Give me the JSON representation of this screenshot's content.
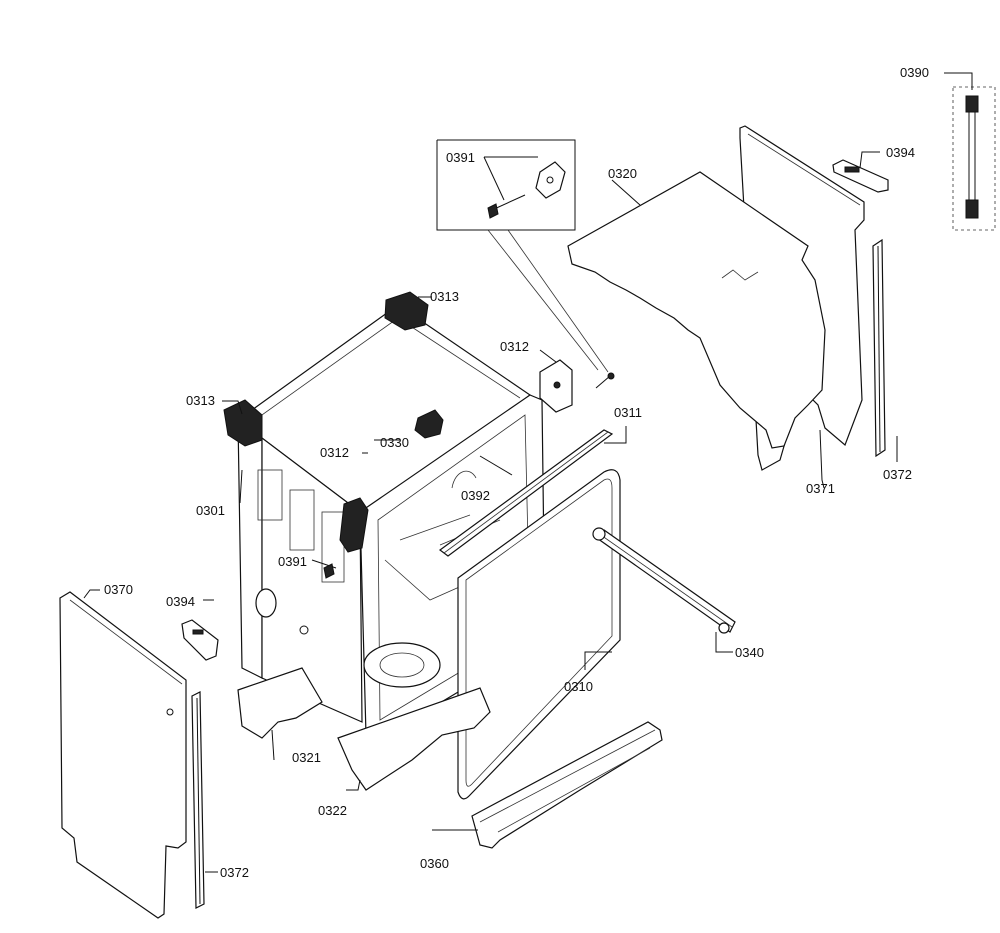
{
  "callouts": [
    {
      "id": "0390",
      "label": "0390"
    },
    {
      "id": "0394a",
      "label": "0394"
    },
    {
      "id": "0391a",
      "label": "0391"
    },
    {
      "id": "0320",
      "label": "0320"
    },
    {
      "id": "0313a",
      "label": "0313"
    },
    {
      "id": "0312a",
      "label": "0312"
    },
    {
      "id": "0313b",
      "label": "0313"
    },
    {
      "id": "0330",
      "label": "0330"
    },
    {
      "id": "0312b",
      "label": "0312"
    },
    {
      "id": "0311",
      "label": "0311"
    },
    {
      "id": "0392",
      "label": "0392"
    },
    {
      "id": "0371",
      "label": "0371"
    },
    {
      "id": "0372a",
      "label": "0372"
    },
    {
      "id": "0301",
      "label": "0301"
    },
    {
      "id": "0391b",
      "label": "0391"
    },
    {
      "id": "0370",
      "label": "0370"
    },
    {
      "id": "0394b",
      "label": "0394"
    },
    {
      "id": "0340",
      "label": "0340"
    },
    {
      "id": "0310",
      "label": "0310"
    },
    {
      "id": "0321",
      "label": "0321"
    },
    {
      "id": "0322",
      "label": "0322"
    },
    {
      "id": "0360",
      "label": "0360"
    },
    {
      "id": "0372b",
      "label": "0372"
    }
  ]
}
